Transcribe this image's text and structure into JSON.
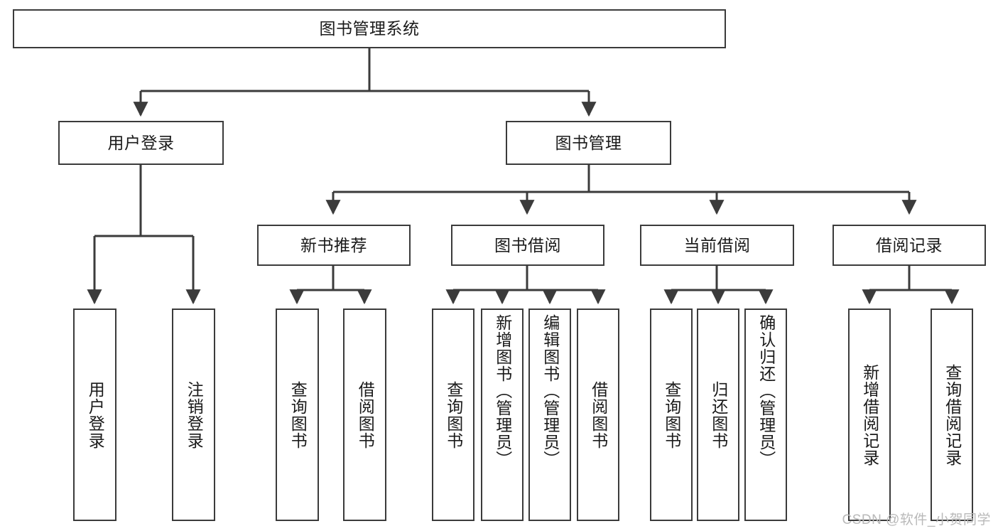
{
  "diagram": {
    "title": "图书管理系统",
    "type": "hierarchy-tree",
    "root": {
      "label": "图书管理系统"
    },
    "level2": [
      {
        "label": "用户登录"
      },
      {
        "label": "图书管理"
      }
    ],
    "level3": [
      {
        "label": "新书推荐"
      },
      {
        "label": "图书借阅"
      },
      {
        "label": "当前借阅"
      },
      {
        "label": "借阅记录"
      }
    ],
    "leaves": {
      "user_login": [
        {
          "label": "用户登录"
        },
        {
          "label": "注销登录"
        }
      ],
      "new_book_recommend": [
        {
          "label": "查询图书"
        },
        {
          "label": "借阅图书"
        }
      ],
      "book_borrow": [
        {
          "label": "查询图书"
        },
        {
          "label": "新增图书（管理员）"
        },
        {
          "label": "编辑图书（管理员）"
        },
        {
          "label": "借阅图书"
        }
      ],
      "current_borrow": [
        {
          "label": "查询图书"
        },
        {
          "label": "归还图书"
        },
        {
          "label": "确认归还（管理员）"
        }
      ],
      "borrow_record": [
        {
          "label": "新增借阅记录"
        },
        {
          "label": "查询借阅记录"
        }
      ]
    }
  },
  "watermark": {
    "text": "CSDN @软件_小贺同学"
  },
  "colors": {
    "stroke": "#3b3b3b",
    "background": "#ffffff",
    "text": "#1a1a1a",
    "watermark": "#b9b9b9"
  }
}
